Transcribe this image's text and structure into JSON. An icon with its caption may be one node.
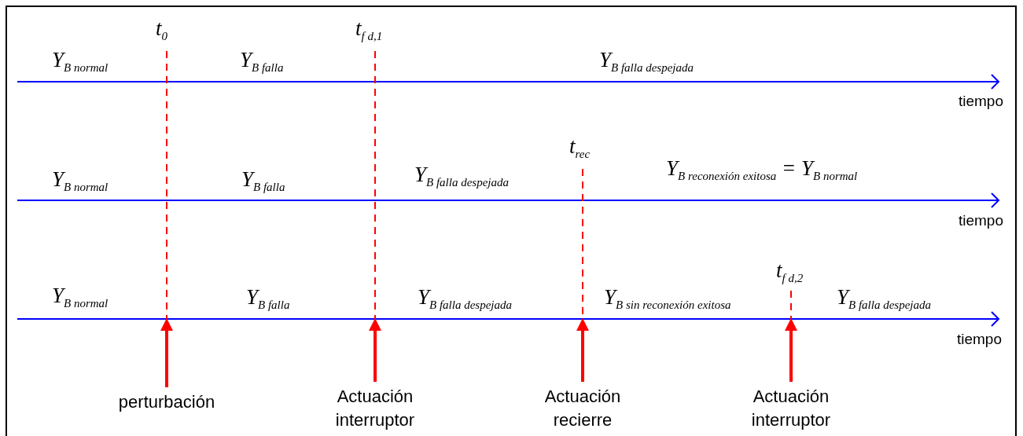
{
  "diagram": {
    "nodes": [
      {
        "text": [
          "perturbación"
        ]
      },
      {
        "text": [
          "Actuación interruptor"
        ]
      },
      {
        "text": [
          "Actuación recierre"
        ]
      },
      {
        "text": [
          "Actuación interruptor"
        ]
      }
    ],
    "edges": [
      {
        "from": 0,
        "to": null,
        "arrow": "to"
      },
      {
        "from": 1,
        "to": null,
        "arrow": "to"
      },
      {
        "from": 2,
        "to": null,
        "arrow": "to"
      },
      {
        "from": 3,
        "to": null,
        "arrow": "to"
      }
    ],
    "labels": [
      "t$_{0}$",
      "t$_{f d,1}$",
      "Y$_{B normal}$",
      "Y$_{B falla}$",
      "Y$_{B falla despejada}$",
      "tiempo",
      "t$_{rec}$",
      "Y$_{B normal}$",
      "Y$_{B falla}$",
      "Y$_{B falla despejada}$",
      "Y$_{B reconexión exitosa}$ = Y$_{B normal}$",
      "tiempo",
      "t$_{f d,2}$",
      "Y$_{B normal}$",
      "Y$_{B falla}$",
      "Y$_{B falla despejada}$",
      "Y$_{B sin reconexión exitosa}$",
      "Y$_{B falla despejada}$",
      "tiempo"
    ]
  }
}
